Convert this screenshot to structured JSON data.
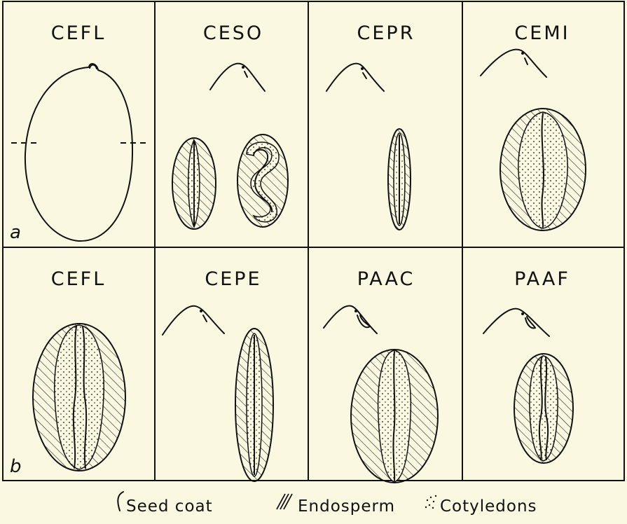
{
  "panels": [
    {
      "id": "CEFL-a",
      "label": "CEFL"
    },
    {
      "id": "CESO",
      "label": "CESO"
    },
    {
      "id": "CEPR",
      "label": "CEPR"
    },
    {
      "id": "CEMI",
      "label": "CEMI"
    },
    {
      "id": "CEFL-b",
      "label": "CEFL"
    },
    {
      "id": "CEPE",
      "label": "CEPE"
    },
    {
      "id": "PAAC",
      "label": "PAAC"
    },
    {
      "id": "PAAF",
      "label": "PAAF"
    }
  ],
  "row_labels": {
    "a": "a",
    "b": "b"
  },
  "legend": [
    {
      "symbol": "seed-coat-symbol",
      "label": "Seed coat"
    },
    {
      "symbol": "endosperm-symbol",
      "label": "Endosperm"
    },
    {
      "symbol": "cotyledons-symbol",
      "label": "Cotyledons"
    }
  ],
  "colors": {
    "background": "#faf8e0",
    "ink": "#111111"
  }
}
